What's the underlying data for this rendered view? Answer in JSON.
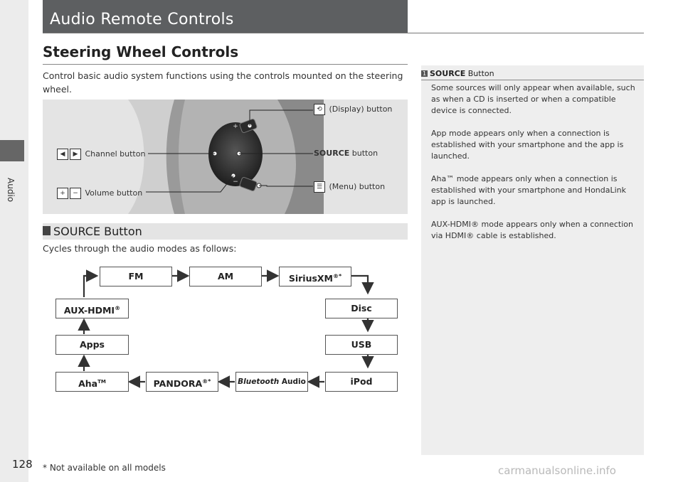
{
  "side_tab": {
    "label": "Audio"
  },
  "header": {
    "title": "Audio Remote Controls"
  },
  "section": {
    "title": "Steering Wheel Controls"
  },
  "intro": "Control basic audio system functions using the controls mounted on the steering wheel.",
  "callouts": {
    "display": "(Display) button",
    "channel": "Channel button",
    "source_bold": "SOURCE",
    "source_rest": " button",
    "menu": "(Menu) button",
    "volume": "Volume button"
  },
  "subsection": {
    "title": "SOURCE Button",
    "text": "Cycles through the audio modes as follows:"
  },
  "modes": {
    "fm": "FM",
    "am": "AM",
    "siriusxm": "SiriusXM",
    "siriusxm_sup": "®*",
    "aux_hdmi": "AUX-HDMI",
    "aux_hdmi_sup": "®",
    "disc": "Disc",
    "apps": "Apps",
    "usb": "USB",
    "aha": "Aha",
    "aha_sup": "TM",
    "pandora": "PANDORA",
    "pandora_sup": "®*",
    "bluetooth_italic": "Bluetooth",
    "bluetooth_rest": " Audio",
    "ipod": "iPod"
  },
  "note": {
    "head_bold": "SOURCE",
    "head_rest": " Button",
    "paragraphs": [
      "Some sources will only appear when available, such as when a CD is inserted or when a compatible device is connected.",
      "App mode appears only when a connection is established with your smartphone and the app is launched.",
      "Aha™ mode appears only when a connection is established with your smartphone and HondaLink app is launched.",
      "AUX-HDMI® mode appears only when a connection via HDMI® cable is established."
    ]
  },
  "page_number": "128",
  "footnote": "* Not available on all models",
  "watermark": "carmanualsonline.info"
}
